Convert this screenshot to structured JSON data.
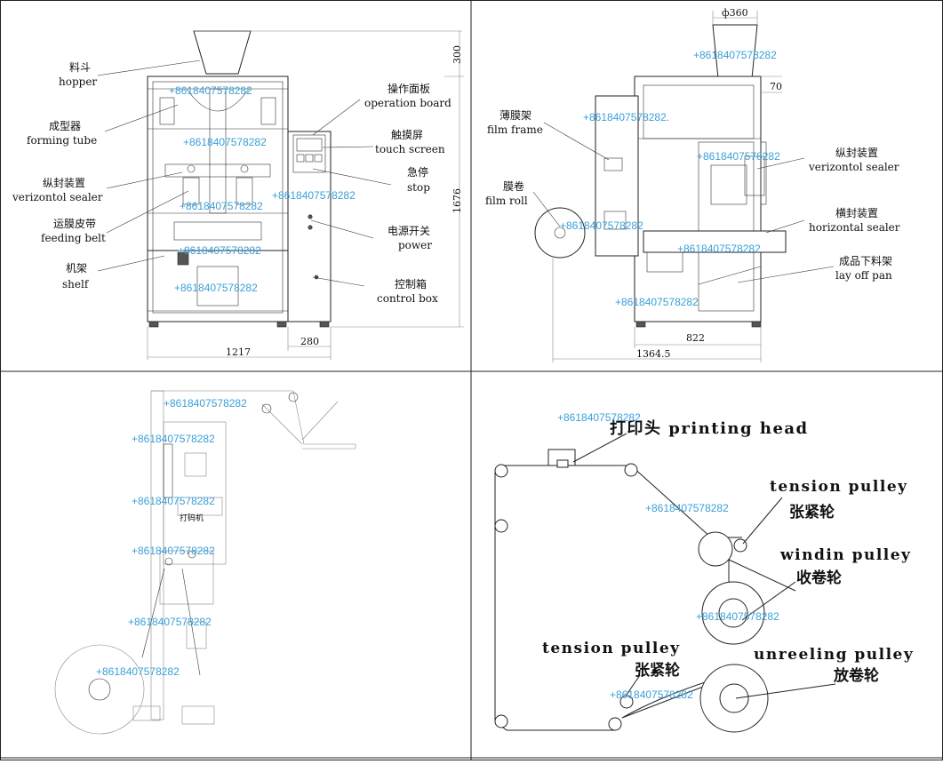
{
  "panels": {
    "front_view": {
      "labels": {
        "hopper_cn": "料斗",
        "hopper_en": "hopper",
        "forming_cn": "成型器",
        "forming_en": "forming tube",
        "vsealer_cn": "纵封装置",
        "vsealer_en": "verizontol sealer",
        "belt_cn": "运膜皮带",
        "belt_en": "feeding belt",
        "shelf_cn": "机架",
        "shelf_en": "shelf",
        "opboard_cn": "操作面板",
        "opboard_en": "operation board",
        "touch_cn": "触摸屏",
        "touch_en": "touch screen",
        "stop_cn": "急停",
        "stop_en": "stop",
        "power_cn": "电源开关",
        "power_en": "power",
        "ctrlbox_cn": "控制箱",
        "ctrlbox_en": "control box"
      },
      "dims": {
        "d300": "300",
        "d1676": "1676",
        "d280": "280",
        "d1217": "1217"
      }
    },
    "side_view": {
      "labels": {
        "filmframe_cn": "薄膜架",
        "filmframe_en": "film frame",
        "filmroll_cn": "膜卷",
        "filmroll_en": "film roll",
        "vsealer_cn": "纵封装置",
        "vsealer_en": "verizontol sealer",
        "hsealer_cn": "横封装置",
        "hsealer_en": "horizontal sealer",
        "layoff_cn": "成品下料架",
        "layoff_en": "lay off pan"
      },
      "dims": {
        "d360": "ф360",
        "d70": "70",
        "d822": "822",
        "d1364": "1364.5"
      }
    },
    "film_path": {
      "labels": {
        "printer_cn": "打码机"
      }
    },
    "pulley_diagram": {
      "labels": {
        "printing": "打印头 printing head",
        "tension_en_1": "tension pulley",
        "tension_cn_1": "张紧轮",
        "windin_en": "windin pulley",
        "windin_cn": "收卷轮",
        "tension_en_2": "tension pulley",
        "tension_cn_2": "张紧轮",
        "unreeling_en": "unreeling pulley",
        "unreeling_cn": "放卷轮"
      }
    }
  },
  "watermark": "+8618407578282",
  "watermark_alt": "+8618407578282."
}
